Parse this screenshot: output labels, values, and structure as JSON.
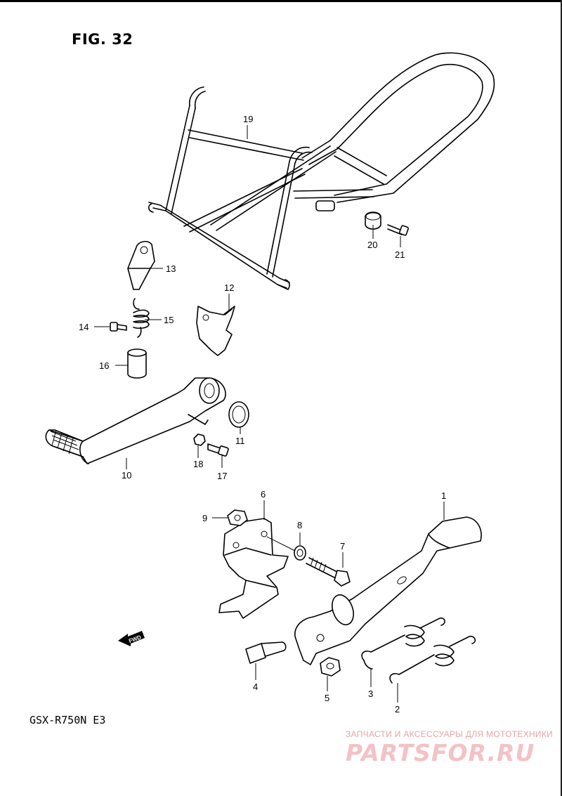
{
  "figure": {
    "title": "FIG. 32",
    "model": "GSX-R750N E3"
  },
  "callouts": {
    "c1": "1",
    "c2": "2",
    "c3": "3",
    "c4": "4",
    "c5": "5",
    "c6": "6",
    "c7": "7",
    "c8": "8",
    "c9": "9",
    "c10": "10",
    "c11": "11",
    "c12": "12",
    "c13": "13",
    "c14": "14",
    "c15": "15",
    "c16": "16",
    "c17": "17",
    "c18": "18",
    "c19": "19",
    "c20": "20",
    "c21": "21"
  },
  "fwd_label": "FWD",
  "watermark": {
    "caption": "ЗАПЧАСТИ И АКСЕССУАРЫ ДЛЯ МОТОТЕХНИКИ",
    "logo": "PARTSFOR.RU"
  },
  "icons": {
    "fwd_arrow": "fwd-arrow-icon"
  }
}
